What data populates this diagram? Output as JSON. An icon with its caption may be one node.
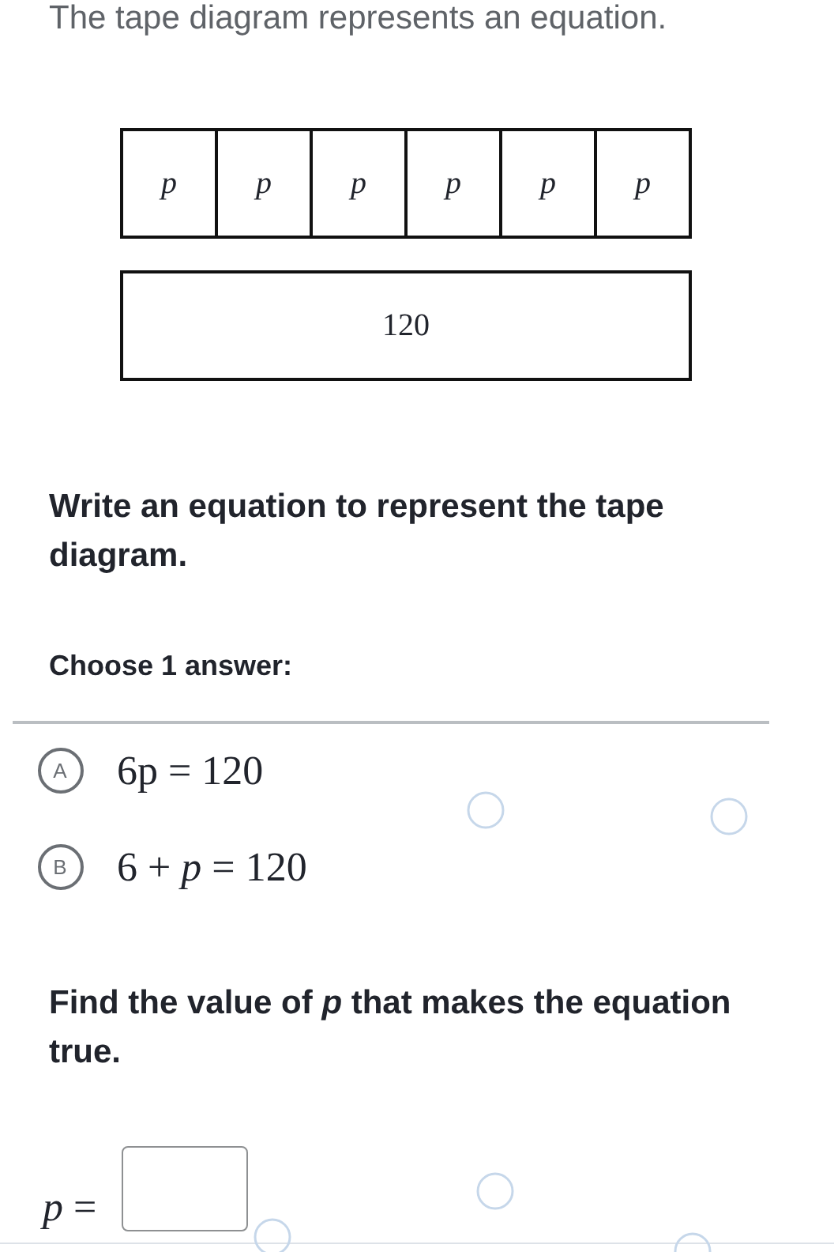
{
  "diagram": {
    "nodes": [
      {
        "text": [
          "p"
        ]
      },
      {
        "text": [
          "p"
        ]
      },
      {
        "text": [
          "p"
        ]
      },
      {
        "text": [
          "p"
        ]
      },
      {
        "text": [
          "p"
        ]
      },
      {
        "text": [
          "p"
        ]
      },
      {
        "text": [
          "120"
        ]
      },
      {
        "text": [
          "A"
        ],
        "beside": [
          "6p = 120"
        ]
      },
      {
        "text": [
          "B"
        ],
        "beside": [
          "6 + *p* = 120"
        ]
      }
    ],
    "labels": [
      "The tape diagram represents an equation.",
      "Write an equation to represent the tape diagram.",
      "Choose 1 answer:",
      "Find the value of *p* that makes the equation true.",
      "*p* ="
    ]
  }
}
